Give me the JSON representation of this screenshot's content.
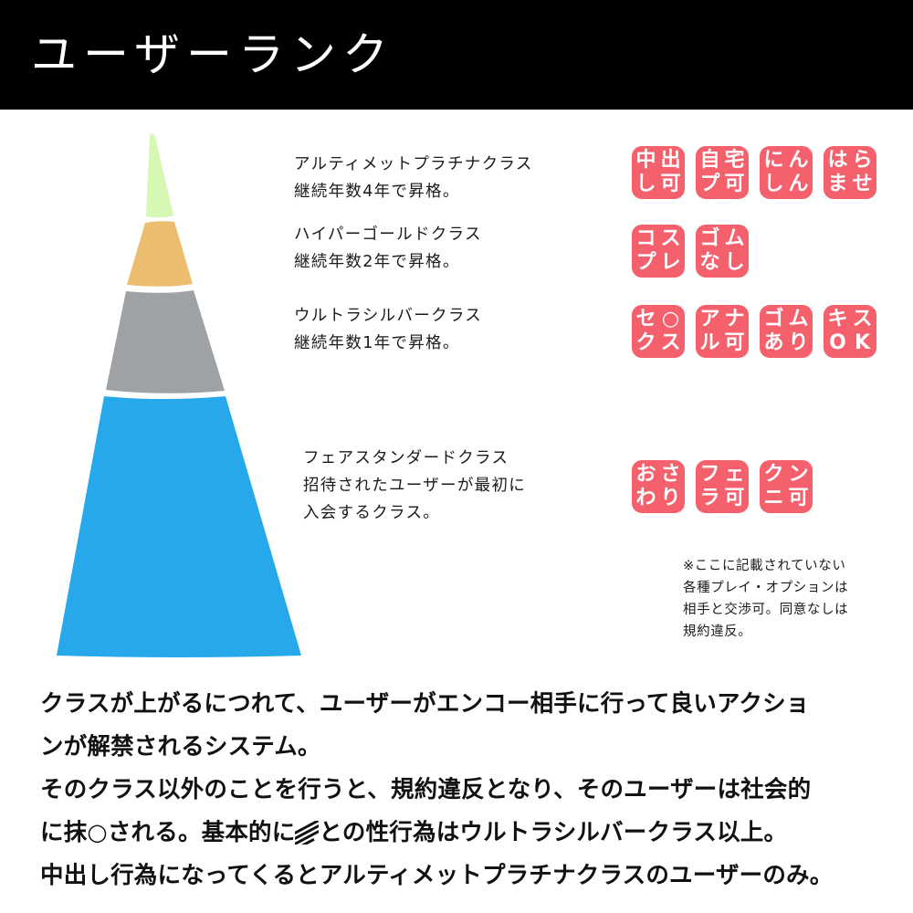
{
  "header": {
    "title": "ユーザーランク",
    "background": "#000000",
    "text_color": "#ffffff"
  },
  "pyramid": {
    "tiers": [
      {
        "name": "アルティメットプラチナクラス",
        "color": "#d7f7b4"
      },
      {
        "name": "ハイパーゴールドクラス",
        "color": "#ebbd6e"
      },
      {
        "name": "ウルトラシルバークラス",
        "color": "#9fa2a4"
      },
      {
        "name": "フェアスタンダードクラス",
        "color": "#26a8eb"
      }
    ]
  },
  "tiers": [
    {
      "title": "アルティメットプラチナクラス",
      "detail": "継続年数4年で昇格。",
      "lines": [
        "アルティメットプラチナクラス",
        "継続年数4年で昇格。"
      ],
      "badges": [
        {
          "label": "中出し可",
          "chars": [
            "中",
            "出",
            "し",
            "可"
          ]
        },
        {
          "label": "自宅プ可",
          "chars": [
            "自",
            "宅",
            "プ",
            "可"
          ]
        },
        {
          "label": "にんしん",
          "chars": [
            "に",
            "ん",
            "し",
            "ん"
          ]
        },
        {
          "label": "はらませ",
          "chars": [
            "は",
            "ら",
            "ま",
            "せ"
          ]
        }
      ]
    },
    {
      "title": "ハイパーゴールドクラス",
      "detail": "継続年数2年で昇格。",
      "lines": [
        "ハイパーゴールドクラス",
        "継続年数2年で昇格。"
      ],
      "badges": [
        {
          "label": "コスプレ",
          "chars": [
            "コ",
            "ス",
            "プ",
            "レ"
          ]
        },
        {
          "label": "ゴムなし",
          "chars": [
            "ゴ",
            "ム",
            "な",
            "し"
          ]
        }
      ]
    },
    {
      "title": "ウルトラシルバークラス",
      "detail": "継続年数1年で昇格。",
      "lines": [
        "ウルトラシルバークラス",
        "継続年数1年で昇格。"
      ],
      "badges": [
        {
          "label": "セ○クス",
          "chars": [
            "セ",
            "○",
            "ク",
            "ス"
          ]
        },
        {
          "label": "アナル可",
          "chars": [
            "ア",
            "ナ",
            "ル",
            "可"
          ]
        },
        {
          "label": "ゴムあり",
          "chars": [
            "ゴ",
            "ム",
            "あ",
            "り"
          ]
        },
        {
          "label": "キスOK",
          "chars": [
            "キ",
            "ス",
            "O",
            "K"
          ]
        }
      ]
    },
    {
      "title": "フェアスタンダードクラス",
      "detail": "招待されたユーザーが最初に入会するクラス。",
      "lines": [
        "フェアスタンダードクラス",
        "招待されたユーザーが最初に",
        "入会するクラス。"
      ],
      "badges": [
        {
          "label": "おさわり",
          "chars": [
            "お",
            "さ",
            "わ",
            "り"
          ]
        },
        {
          "label": "フェラ可",
          "chars": [
            "フ",
            "ェ",
            "ラ",
            "可"
          ]
        },
        {
          "label": "クンニ可",
          "chars": [
            "ク",
            "ン",
            "ニ",
            "可"
          ]
        }
      ]
    }
  ],
  "footnote": {
    "lines": [
      "※ここに記載されていない",
      "各種プレイ・オプションは",
      "相手と交渉可。同意なしは",
      "規約違反。"
    ]
  },
  "summary": {
    "line_1": "クラスが上がるにつれて、ユーザーがエンコー相手に行って良いアクショ",
    "line_2": "ンが解禁されるシステム。",
    "line_3": "そのクラス以外のことを行うと、規約違反となり、そのユーザーは社会的",
    "line_4_before": "に抹○される。基本的に",
    "line_4_after": "との性行為はウルトラシルバークラス以上。",
    "line_5": "中出し行為になってくるとアルティメットプラチナクラスのユーザーのみ。"
  },
  "colors": {
    "badge_background": "#f4606c",
    "badge_text": "#ffffff",
    "page_background": "#ffffff",
    "body_text": "#111111"
  }
}
